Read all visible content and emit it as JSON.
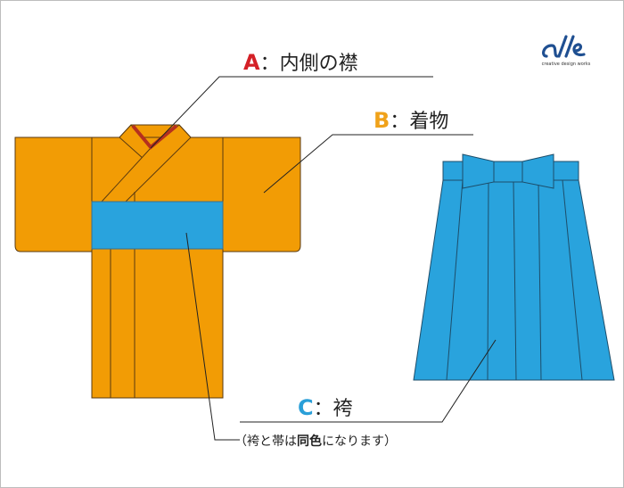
{
  "labels": {
    "a": {
      "letter": "A",
      "separator": "：",
      "text": "内側の襟"
    },
    "b": {
      "letter": "B",
      "separator": "：",
      "text": "着物"
    },
    "c": {
      "letter": "C",
      "separator": "：",
      "text": "袴"
    }
  },
  "note": {
    "open": "（袴と帯は",
    "bold": "同色",
    "close": "になります）"
  },
  "logo": {
    "mark": "alle",
    "tagline": "creative design works"
  },
  "colors": {
    "kimono": "#f29c05",
    "obi_and_hakama": "#29a3dd",
    "inner_collar": "#b5301e",
    "letter_a": "#d42027",
    "letter_b": "#f0a21a",
    "letter_c": "#2a9fd8",
    "logo": "#1f4f91"
  }
}
